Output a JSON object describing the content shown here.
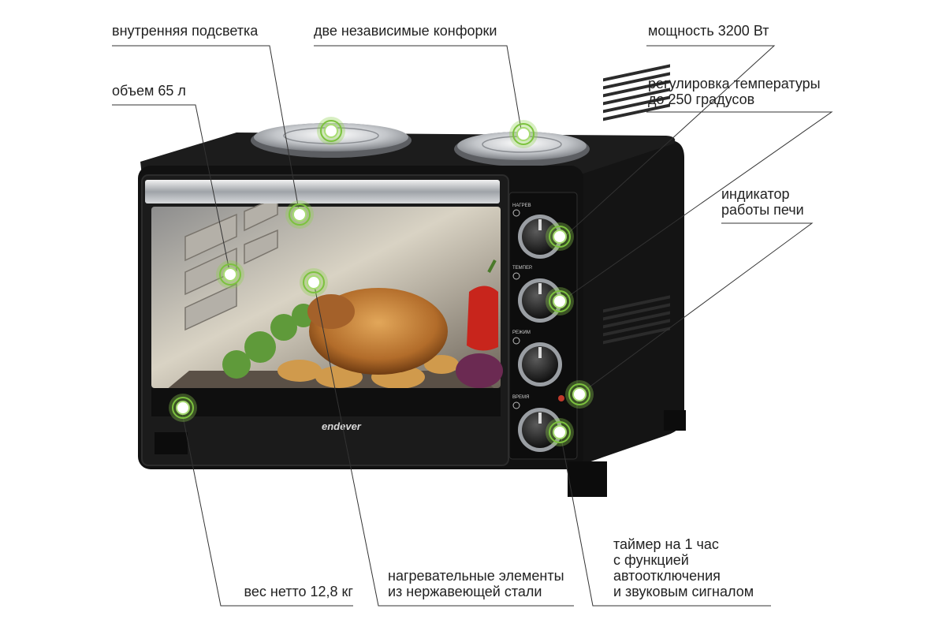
{
  "callouts": {
    "interior_light": [
      "внутренняя подсветка"
    ],
    "two_hotplates": [
      "две независимые конфорки"
    ],
    "power": [
      "мощность 3200 Вт"
    ],
    "temperature": [
      "регулировка температуры",
      "до 250 градусов"
    ],
    "volume": [
      "объем 65 л"
    ],
    "indicator": [
      "индикатор",
      "работы печи"
    ],
    "weight": [
      "вес нетто 12,8 кг"
    ],
    "heating": [
      "нагревательные элементы",
      "из нержавеющей стали"
    ],
    "timer": [
      "таймер на 1 час",
      "с функцией",
      "автоотключения",
      "и звуковым сигналом"
    ]
  },
  "oven": {
    "brand": "endever",
    "controls": [
      "НАГРЕВ",
      "ТЕМПЕР.",
      "РЕЖИМ",
      "ВРЕМЯ"
    ]
  },
  "colors": {
    "body": "#151515",
    "hotplate": "#c9cbcf",
    "marker": "#8fd14f",
    "leader": "#333333"
  }
}
